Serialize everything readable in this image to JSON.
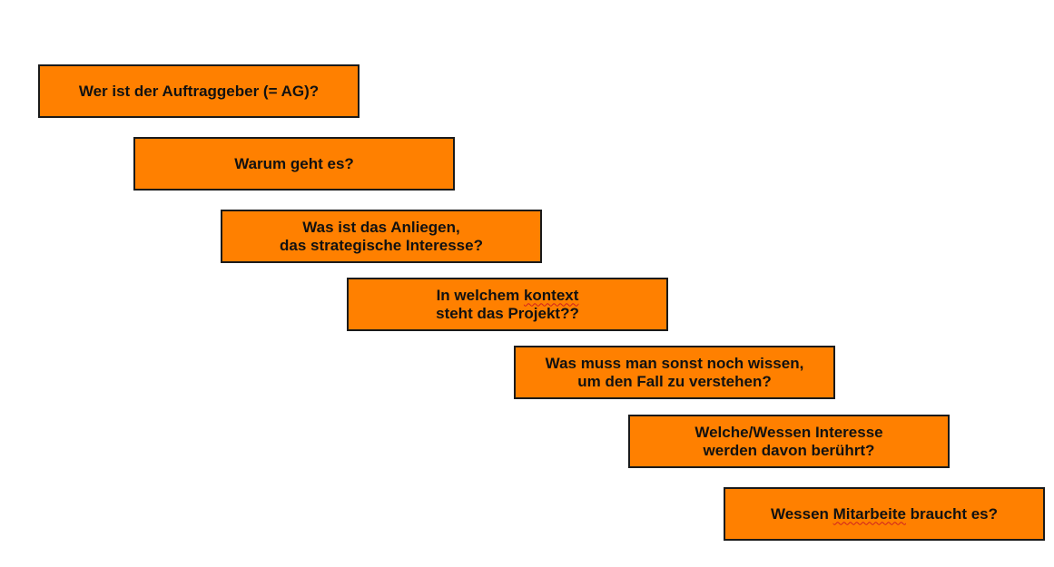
{
  "colors": {
    "box_fill": "#ff8000",
    "box_border": "#1a1a1a",
    "text": "#111111",
    "spellcheck_underline": "#d02020"
  },
  "steps": [
    {
      "lines": [
        "Wer ist der Auftraggeber (= AG)?"
      ]
    },
    {
      "lines": [
        "Warum geht es?"
      ]
    },
    {
      "lines": [
        "Was ist das Anliegen,",
        "das strategische Interesse?"
      ]
    },
    {
      "lines": [
        "In welchem kontext",
        "steht das Projekt??"
      ]
    },
    {
      "lines": [
        "Was muss man sonst noch wissen,",
        "um den Fall zu verstehen?"
      ]
    },
    {
      "lines": [
        "Welche/Wessen Interesse",
        "werden davon berührt?"
      ]
    },
    {
      "lines": [
        "Wessen Mitarbeite braucht es?"
      ]
    }
  ],
  "misc": {
    "step4_line1_before": "In welchem ",
    "step4_line1_flagged": "kontext",
    "step7_before": "Wessen ",
    "step7_flagged": "Mitarbeite",
    "step7_after": " braucht es?"
  }
}
